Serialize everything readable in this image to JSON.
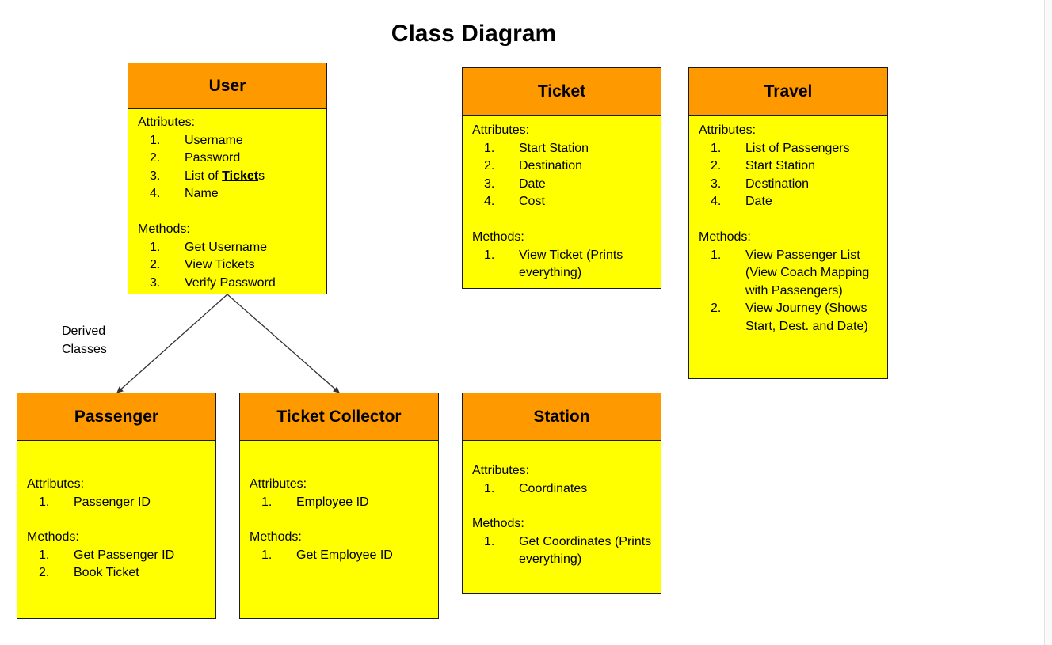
{
  "title": "Class Diagram",
  "note": [
    "Derived",
    "Classes"
  ],
  "classes": {
    "user": {
      "name": "User",
      "attributes_label": "Attributes:",
      "attributes": [
        "Username",
        "Password",
        "List of ",
        "Name"
      ],
      "attr_link": "Ticket",
      "attr_suffix": "s",
      "methods_label": "Methods:",
      "methods": [
        "Get Username",
        "View Tickets",
        "Verify Password"
      ]
    },
    "ticket": {
      "name": "Ticket",
      "attributes_label": "Attributes:",
      "attributes": [
        "Start Station",
        "Destination",
        "Date",
        "Cost"
      ],
      "methods_label": "Methods:",
      "methods": [
        "View Ticket (Prints everything)"
      ]
    },
    "travel": {
      "name": "Travel",
      "attributes_label": "Attributes:",
      "attributes": [
        "List of Passengers",
        "Start Station",
        "Destination",
        "Date"
      ],
      "methods_label": "Methods:",
      "methods": [
        "View Passenger List (View Coach Mapping with Passengers)",
        "View Journey (Shows Start, Dest. and Date)"
      ]
    },
    "passenger": {
      "name": "Passenger",
      "attributes_label": "Attributes:",
      "attributes": [
        "Passenger ID"
      ],
      "methods_label": "Methods:",
      "methods": [
        "Get Passenger ID",
        "Book Ticket"
      ]
    },
    "ticket_collector": {
      "name": "Ticket Collector",
      "attributes_label": "Attributes:",
      "attributes": [
        "Employee ID"
      ],
      "methods_label": "Methods:",
      "methods": [
        "Get Employee ID"
      ]
    },
    "station": {
      "name": "Station",
      "attributes_label": "Attributes:",
      "attributes": [
        "Coordinates"
      ],
      "methods_label": "Methods:",
      "methods": [
        "Get Coordinates (Prints everything)"
      ]
    }
  },
  "colors": {
    "header": "#ff9900",
    "body": "#ffff00",
    "border": "#1a1a1a"
  }
}
